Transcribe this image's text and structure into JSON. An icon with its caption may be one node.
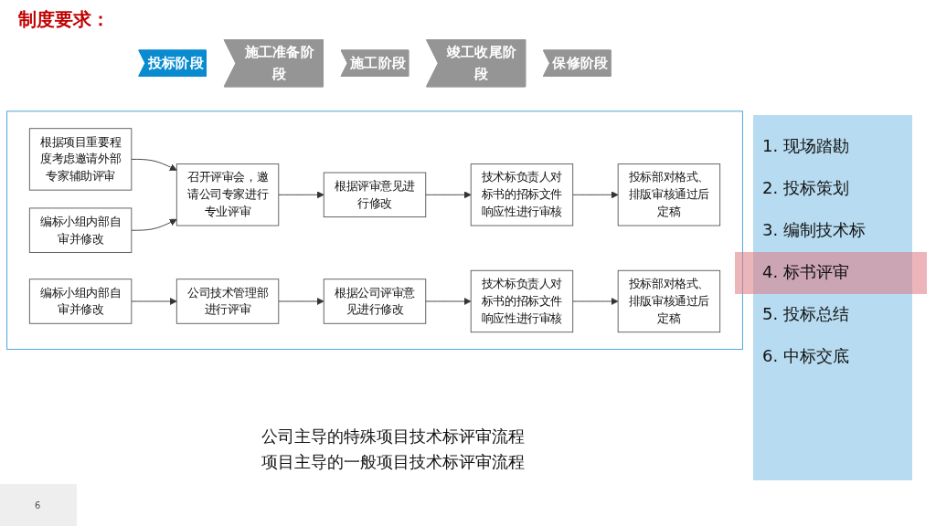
{
  "diagram": {
    "nodes": [
      {
        "text": [
          "投标阶段"
        ]
      },
      {
        "text": [
          "施工准备阶段"
        ]
      },
      {
        "text": [
          "施工阶段"
        ]
      },
      {
        "text": [
          "竣工收尾阶段"
        ]
      },
      {
        "text": [
          "保修阶段"
        ]
      },
      {
        "text": [],
        "shape": "box"
      },
      {
        "text": [
          "根据项目重要程度考虑邀请外部专家辅助评审"
        ],
        "in": 5
      },
      {
        "text": [
          "编标小组内部自审并修改"
        ],
        "in": 5
      },
      {
        "text": [
          "召开评审会，邀请公司专家进行专业评审"
        ],
        "in": 5
      },
      {
        "text": [
          "根据评审意见进行修改"
        ],
        "in": 5
      },
      {
        "text": [
          "技术标负责人对标书的招标文件响应性进行审核"
        ],
        "in": 5
      },
      {
        "text": [
          "投标部对格式、排版审核通过后定稿"
        ],
        "in": 5
      },
      {
        "text": [
          "编标小组内部自审并修改"
        ],
        "in": 5
      },
      {
        "text": [
          "公司技术管理部进行评审"
        ],
        "in": 5
      },
      {
        "text": [
          "根据公司评审意见进行修改"
        ],
        "in": 5
      },
      {
        "text": [
          "技术标负责人对标书的招标文件响应性进行审核"
        ],
        "in": 5
      },
      {
        "text": [
          "投标部对格式、排版审核通过后定稿"
        ],
        "in": 5
      }
    ],
    "edges": [
      {
        "from": 6,
        "to": 8,
        "arrow": "to"
      },
      {
        "from": 7,
        "to": 8,
        "arrow": "to"
      },
      {
        "from": 8,
        "to": 9,
        "arrow": "to"
      },
      {
        "from": 9,
        "to": 10,
        "arrow": "to"
      },
      {
        "from": 10,
        "to": 11,
        "arrow": "to"
      },
      {
        "from": 12,
        "to": 13,
        "arrow": "to"
      },
      {
        "from": 13,
        "to": 14,
        "arrow": "to"
      },
      {
        "from": 14,
        "to": 15,
        "arrow": "to"
      },
      {
        "from": 15,
        "to": 16,
        "arrow": "to"
      }
    ],
    "labels": [
      "制度要求：",
      "公司主导的特殊项目技术标评审流程",
      "项目主导的一般项目技术标评审流程",
      "1. 现场踏勘",
      "2. 投标策划",
      "3. 编制技术标",
      "4. 标书评审",
      "5. 投标总结",
      "6. 中标交底",
      "6"
    ]
  }
}
